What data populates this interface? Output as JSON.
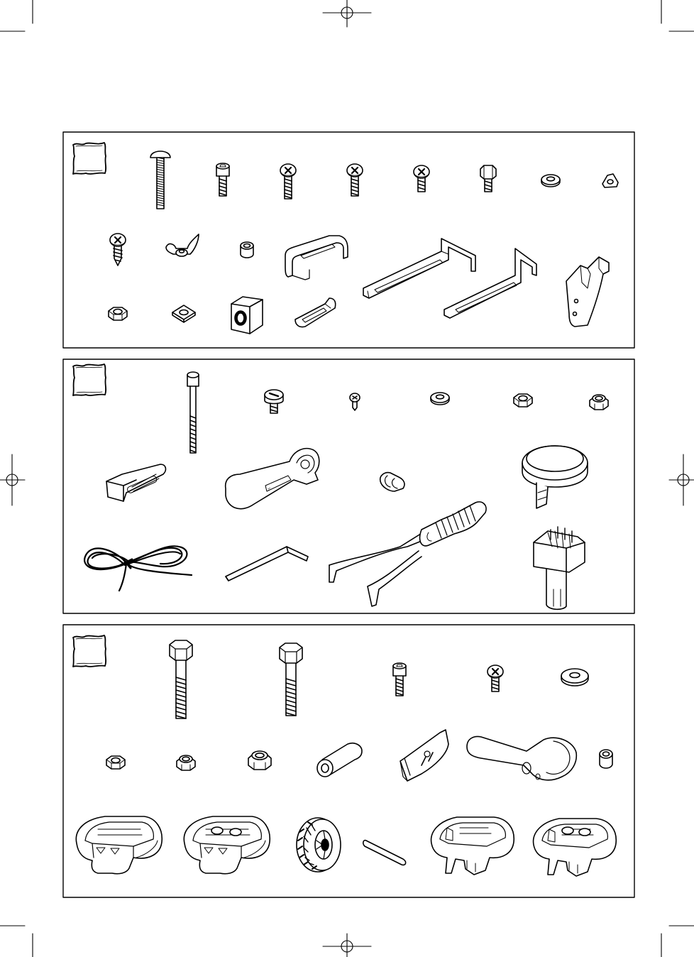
{
  "document": {
    "type": "hardware-kit-parts-sheet",
    "ink_color": "#000000",
    "paper_color": "#ffffff"
  },
  "panels": [
    {
      "id": "kit-1",
      "bag_icon": "hardware-bag-icon",
      "parts": [
        "carriage-bolt-icon",
        "socket-cap-screw-icon",
        "phillips-screw-long-icon",
        "phillips-screw-medium-icon",
        "phillips-screw-short-icon",
        "hex-bolt-short-icon",
        "flat-washer-icon",
        "tooth-washer-icon",
        "wood-screw-icon",
        "wing-nut-icon",
        "spacer-ring-icon",
        "hex-nut-icon",
        "square-nut-icon",
        "square-block-nut-icon",
        "u-bracket-icon",
        "small-bracket-icon",
        "long-l-bracket-icon",
        "long-l-bracket-2-icon",
        "clamp-mount-icon"
      ]
    },
    {
      "id": "kit-2",
      "bag_icon": "hardware-bag-icon",
      "parts": [
        "long-socket-bolt-icon",
        "slotted-knob-screw-icon",
        "small-screw-icon",
        "flat-washer-icon",
        "hex-nut-icon",
        "lock-nut-icon",
        "slotted-plate-icon",
        "wrench-handle-icon",
        "clip-icon",
        "strap-roll-icon",
        "cord-bundle-icon",
        "hex-key-icon",
        "pliers-tool-icon",
        "comb-adapter-icon"
      ]
    },
    {
      "id": "kit-3",
      "bag_icon": "hardware-bag-icon",
      "parts": [
        "hex-bolt-long-icon",
        "hex-bolt-long-2-icon",
        "socket-cap-screw-icon",
        "phillips-screw-icon",
        "large-washer-icon",
        "hex-nut-icon",
        "lock-nut-icon",
        "large-lock-nut-icon",
        "tube-spacer-icon",
        "wedge-clip-icon",
        "lever-handle-icon",
        "small-spacer-icon",
        "foot-pad-icon",
        "foot-pad-two-hole-icon",
        "wheel-icon",
        "pin-icon",
        "foot-pad-clip-icon",
        "foot-pad-clip-two-hole-icon"
      ]
    }
  ]
}
